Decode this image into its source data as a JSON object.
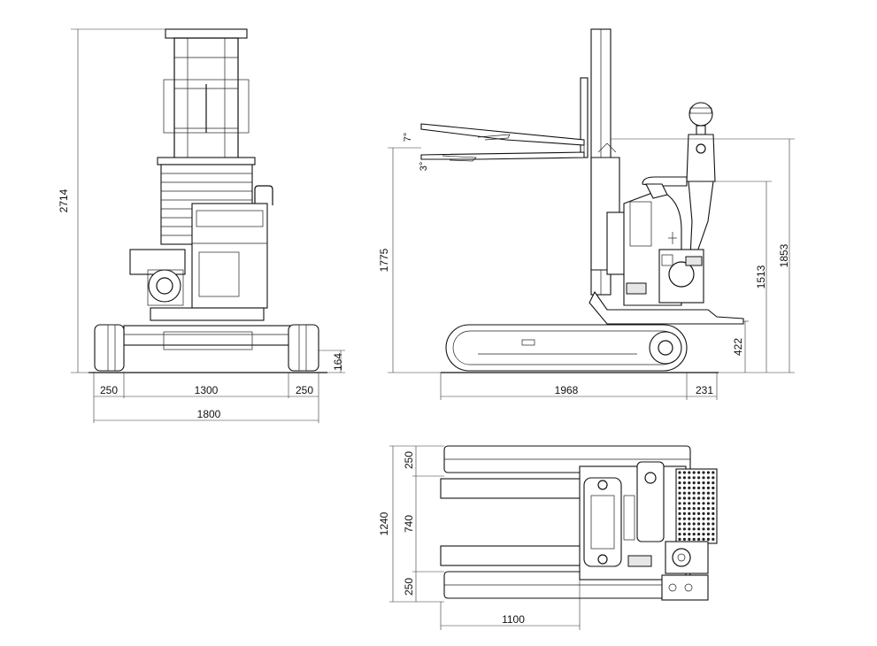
{
  "front_view": {
    "height_total": "2714",
    "height_ground_clearance": "164",
    "width_left_track": "250",
    "width_center": "1300",
    "width_right_track": "250",
    "width_total": "1800"
  },
  "side_view": {
    "fork_tilt_up": "7°",
    "fork_tilt_down": "3°",
    "fork_height": "1775",
    "handle_height": "1513",
    "operator_height": "1853",
    "platform_height": "422",
    "length_base": "1968",
    "length_overhang": "231"
  },
  "top_view": {
    "width_total": "1240",
    "track_left": "250",
    "center_gap": "740",
    "track_right": "250",
    "fork_length": "1100"
  }
}
